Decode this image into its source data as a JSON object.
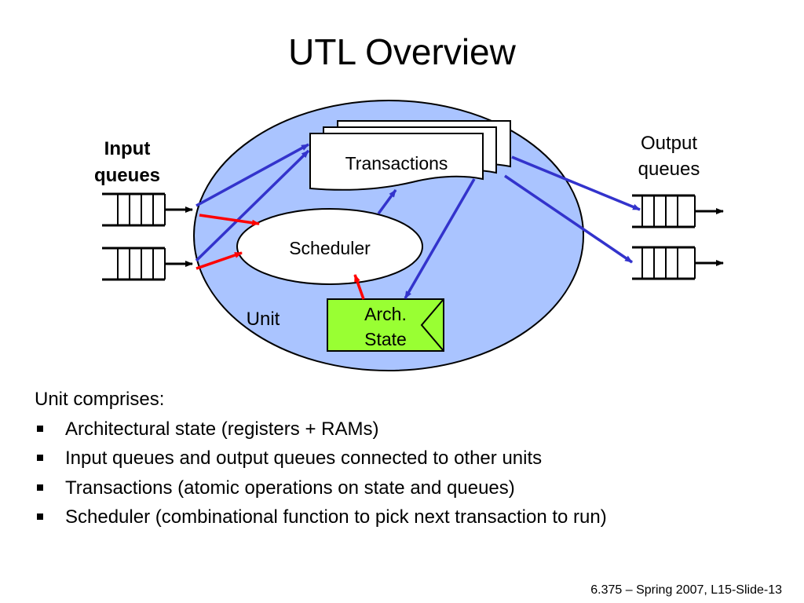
{
  "slide": {
    "title": "UTL Overview",
    "footer": "6.375 – Spring 2007, L15-Slide-13"
  },
  "diagram": {
    "input_queues_label": [
      "Input",
      "queues"
    ],
    "output_queues_label": [
      "Output",
      "queues"
    ],
    "transactions_label": "Transactions",
    "scheduler_label": "Scheduler",
    "unit_label": "Unit",
    "arch_state_label": [
      "Arch.",
      "State"
    ],
    "colors": {
      "unit_fill": "#aac4ff",
      "arch_state_fill": "#99ff33",
      "data_arrow": "#3333cc",
      "control_arrow": "#ff0000"
    }
  },
  "body": {
    "intro": "Unit comprises:",
    "bullets": [
      "Architectural state (registers + RAMs)",
      "Input queues and output queues connected to other units",
      "Transactions (atomic operations on state and queues)",
      "Scheduler (combinational function to pick next transaction to run)"
    ]
  }
}
